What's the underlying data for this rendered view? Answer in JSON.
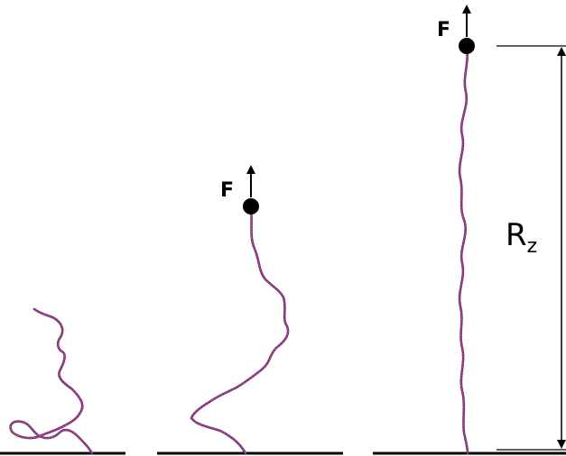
{
  "figure": {
    "force_label": "F",
    "extension_label": {
      "main": "R",
      "subscript": "z"
    },
    "colors": {
      "polymer": "#7a2a6e",
      "polymer_dots": "#a0559a",
      "substrate": "#000000",
      "bead": "#000000",
      "arrow": "#000000",
      "background": "#ffffff"
    }
  }
}
